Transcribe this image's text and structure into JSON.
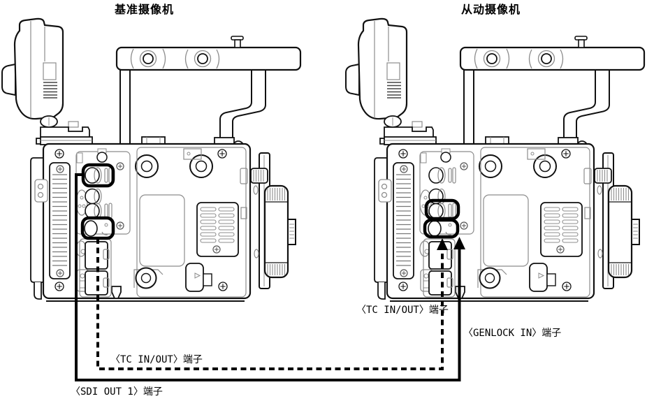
{
  "diagram": {
    "background_color": "#ffffff",
    "line_color": "#000000",
    "highlight_color": "#000000",
    "reference_camera": {
      "title": "基准摄像机"
    },
    "slave_camera": {
      "title": "从动摄像机"
    },
    "labels": {
      "left_tc": "〈TC IN/OUT〉端子",
      "left_sdi": "〈SDI OUT 1〉端子",
      "right_tc": "〈TC IN/OUT〉端子",
      "right_genlock": "〈GENLOCK IN〉端子"
    },
    "connections": [
      {
        "from": "〈SDI OUT 1〉端子 (基准摄像机)",
        "to": "〈GENLOCK IN〉端子 (从动摄像机)",
        "line_style": "solid"
      },
      {
        "from": "〈TC IN/OUT〉端子 (基准摄像机)",
        "to": "〈TC IN/OUT〉端子 (从动摄像机)",
        "line_style": "dashed"
      }
    ]
  }
}
